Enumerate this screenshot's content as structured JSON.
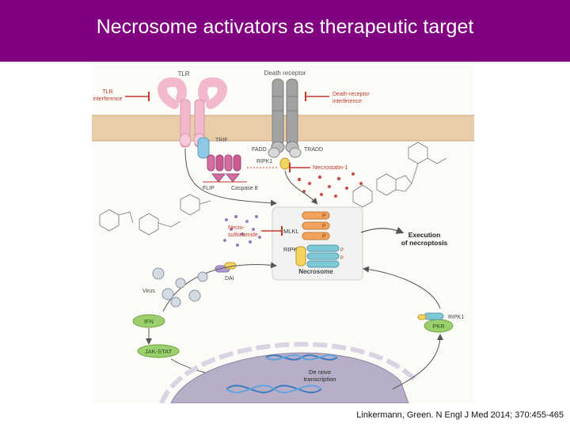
{
  "slide": {
    "title": "Necrosome activators as therapeutic target"
  },
  "figure": {
    "labels": {
      "tlr": "TLR",
      "death_receptor": "Death receptor",
      "tlr_interference_l1": "TLR",
      "tlr_interference_l2": "interference",
      "dr_interference_l1": "Death-receptor",
      "dr_interference_l2": "interference",
      "trif": "TRIF",
      "fadd": "FADD",
      "tradd": "TRADD",
      "ripk1": "RIPK1",
      "necrostatin": "Necrostatin-1",
      "flip": "FLIP",
      "caspase8": "Caspase 8",
      "necrosulfonamide_l1": "Necro-",
      "necrosulfonamide_l2": "sulfonamide",
      "mlkl": "MLKL",
      "ripk3": "RIPK3",
      "p": "P",
      "necrosome": "Necrosome",
      "execution_l1": "Execution",
      "execution_l2": "of necroptosis",
      "dai": "DAI",
      "virus": "Virus",
      "ifn": "IFN",
      "jak_stat": "JAK-STAT",
      "pkr": "PKR",
      "ripk1_right": "RIPK1",
      "denovo_l1": "De novo",
      "denovo_l2": "transcription"
    },
    "colors": {
      "header": "#800080",
      "inhibitor": "#c0392b",
      "tlr": "#f2b8cc",
      "death_receptor": "#9a9a9a",
      "membrane": "#e9cda8",
      "nucleus": "#b9aec8",
      "green_box": "#9ccf6d"
    }
  },
  "citation": "Linkermann, Green. N Engl J Med 2014; 370:455-465"
}
